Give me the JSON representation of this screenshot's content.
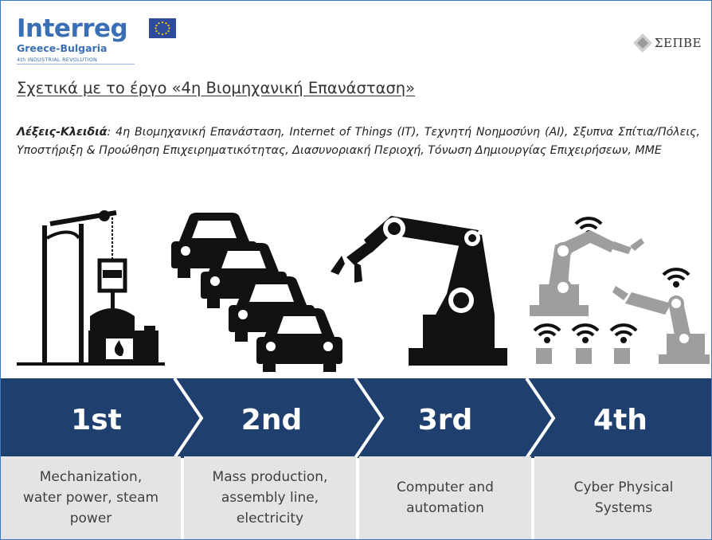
{
  "brand": {
    "name": "Interreg",
    "subtitle": "Greece-Bulgaria",
    "tagline": "4th INDUSTRIAL REVOLUTION",
    "partner": "ΣΕΠΒΕ",
    "accent": "#3a6fb6"
  },
  "heading": {
    "title": "Σχετικά με το έργο «4η Βιομηχανική Επανάσταση»"
  },
  "keywords": {
    "label": "Λέξεις-Κλειδιά",
    "text": ": 4η Βιομηχανική Επανάσταση, Internet of Things (IT), Τεχνητή Νοημοσύνη (AI), Σξυπνα Σπίτια/Πόλεις, Υποστήριξη & Προώθηση Επιχειρηματικότητας, Διασυνοριακή Περιοχή, Τόνωση Δημιουργίας Επιχειρήσεων, ΜΜΕ"
  },
  "stages": [
    {
      "label": "1st",
      "description_lines": [
        "Mechanization,",
        "water power, steam",
        "power"
      ],
      "icon": "steam-engine-icon"
    },
    {
      "label": "2nd",
      "description_lines": [
        "Mass production,",
        "assembly line,",
        "electricity"
      ],
      "icon": "cars-icon"
    },
    {
      "label": "3rd",
      "description_lines": [
        "Computer and",
        "automation"
      ],
      "icon": "robot-arm-icon"
    },
    {
      "label": "4th",
      "description_lines": [
        "Cyber Physical",
        "Systems"
      ],
      "icon": "connected-robots-icon"
    }
  ],
  "colors": {
    "banner": "#1f3f6e",
    "description_bg": "#e4e4e4",
    "icon_dark": "#111111",
    "icon_grey": "#9e9e9e"
  }
}
